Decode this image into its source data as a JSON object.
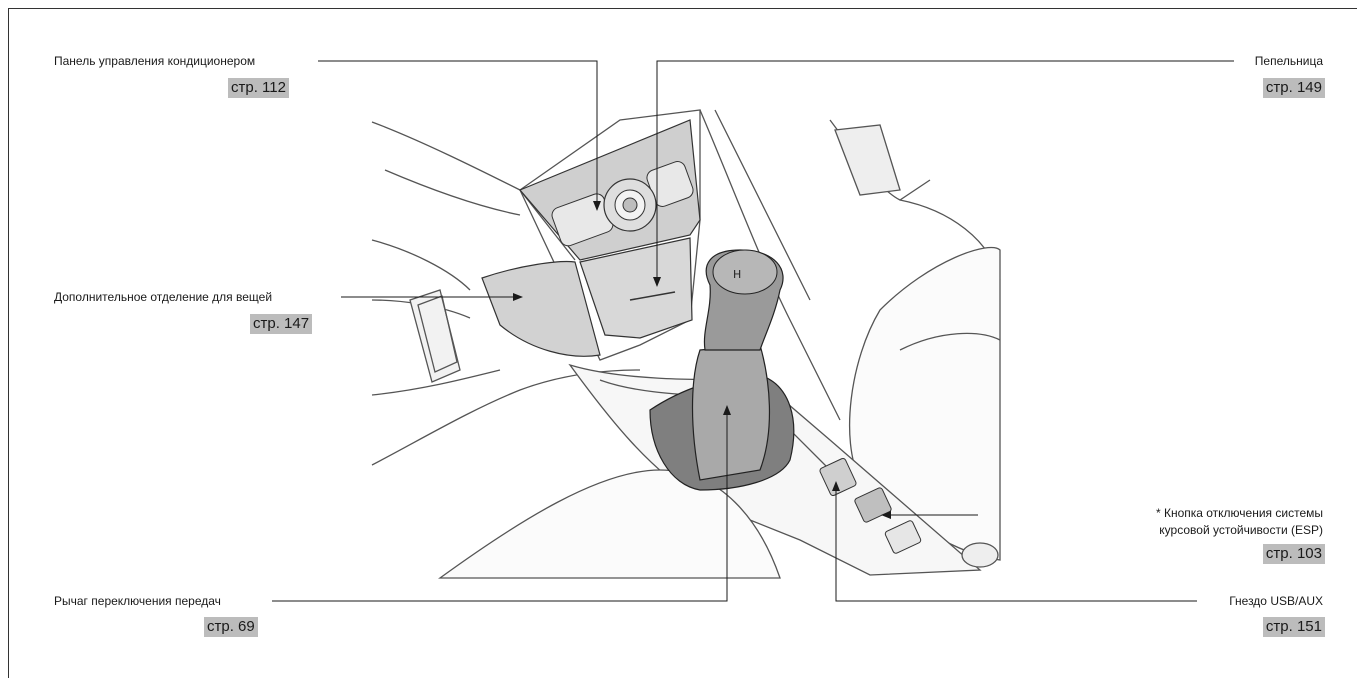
{
  "callouts": {
    "climate": {
      "label": "Панель управления кондиционером",
      "page": "стр. 112"
    },
    "ashtray": {
      "label": "Пепельница",
      "page": "стр. 149"
    },
    "storage": {
      "label": "Дополнительное отделение для вещей",
      "page": "стр. 147"
    },
    "esp": {
      "label_line1": "* Кнопка отключения системы",
      "label_line2": "курсовой устойчивости (ESP)",
      "page": "стр. 103"
    },
    "gear": {
      "label": "Рычаг переключения передач",
      "page": "стр. 69"
    },
    "usb": {
      "label": "Гнездо USB/AUX",
      "page": "стр. 151"
    }
  },
  "colors": {
    "page_tag_bg": "#bcbcbc",
    "panel_gray": "#cfcfcf",
    "line": "#1a1a1a"
  }
}
